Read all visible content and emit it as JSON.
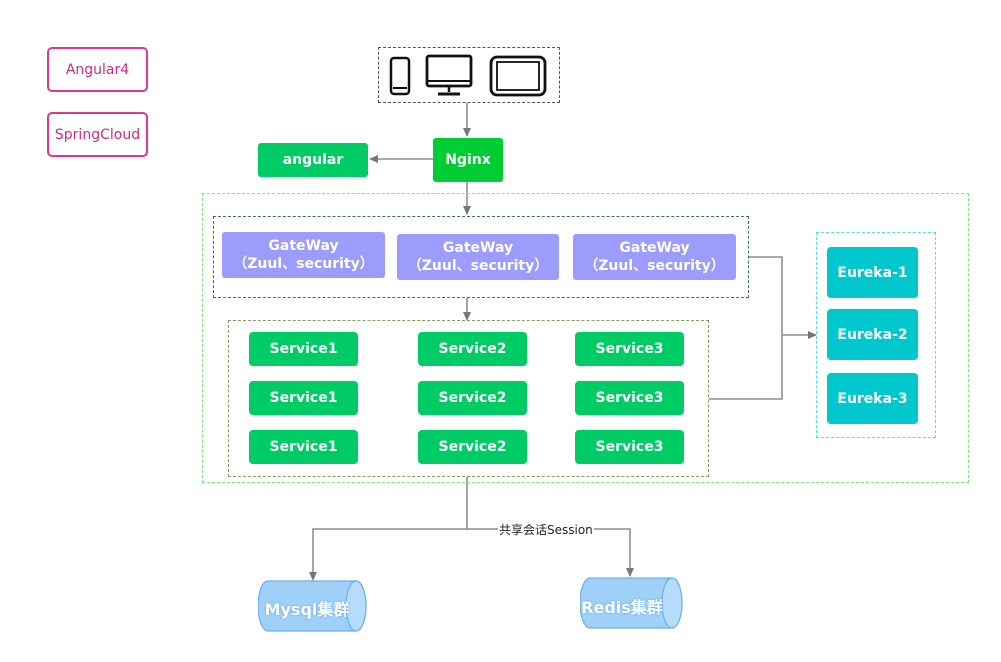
{
  "legend": {
    "items": [
      "Angular4",
      "SpringCloud"
    ]
  },
  "nodes": {
    "nginx": "Nginx",
    "angular": "angular",
    "gateways": [
      {
        "title": "GateWay",
        "subtitle": "（Zuul、security）"
      },
      {
        "title": "GateWay",
        "subtitle": "（Zuul、security）"
      },
      {
        "title": "GateWay",
        "subtitle": "（Zuul、security）"
      }
    ],
    "services": [
      [
        "Service1",
        "Service2",
        "Service3"
      ],
      [
        "Service1",
        "Service2",
        "Service3"
      ],
      [
        "Service1",
        "Service2",
        "Service3"
      ]
    ],
    "eureka": [
      "Eureka-1",
      "Eureka-2",
      "Eureka-3"
    ],
    "mysql": "Mysql集群",
    "redis": "Redis集群"
  },
  "edge_labels": {
    "session": "共享会话Session"
  },
  "devices": [
    "phone-icon",
    "desktop-icon",
    "tablet-icon"
  ],
  "colors": {
    "legend_border": "#e0368c",
    "nginx": "#00cc33",
    "gateway": "#9b9cfb",
    "service": "#00cc66",
    "eureka": "#00c8cc",
    "database": "#9fd0f8"
  }
}
